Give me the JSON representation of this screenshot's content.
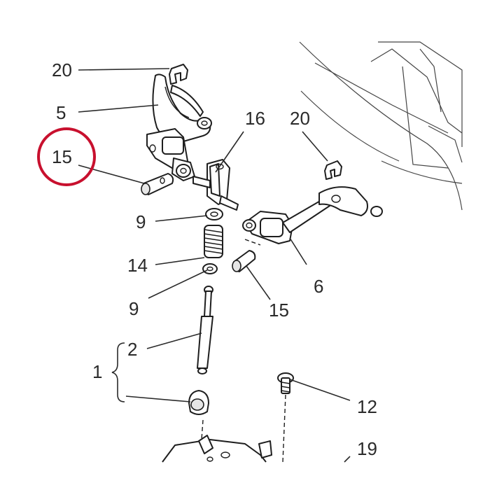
{
  "callouts": {
    "c20a": "20",
    "c5": "5",
    "c15a": "15",
    "c16": "16",
    "c20b": "20",
    "c9a": "9",
    "c14": "14",
    "c9b": "9",
    "c15b": "15",
    "c6": "6",
    "c2": "2",
    "c1": "1",
    "c12": "12",
    "c19": "19"
  },
  "highlight": {
    "color": "#c8102e",
    "target_label": "15"
  }
}
